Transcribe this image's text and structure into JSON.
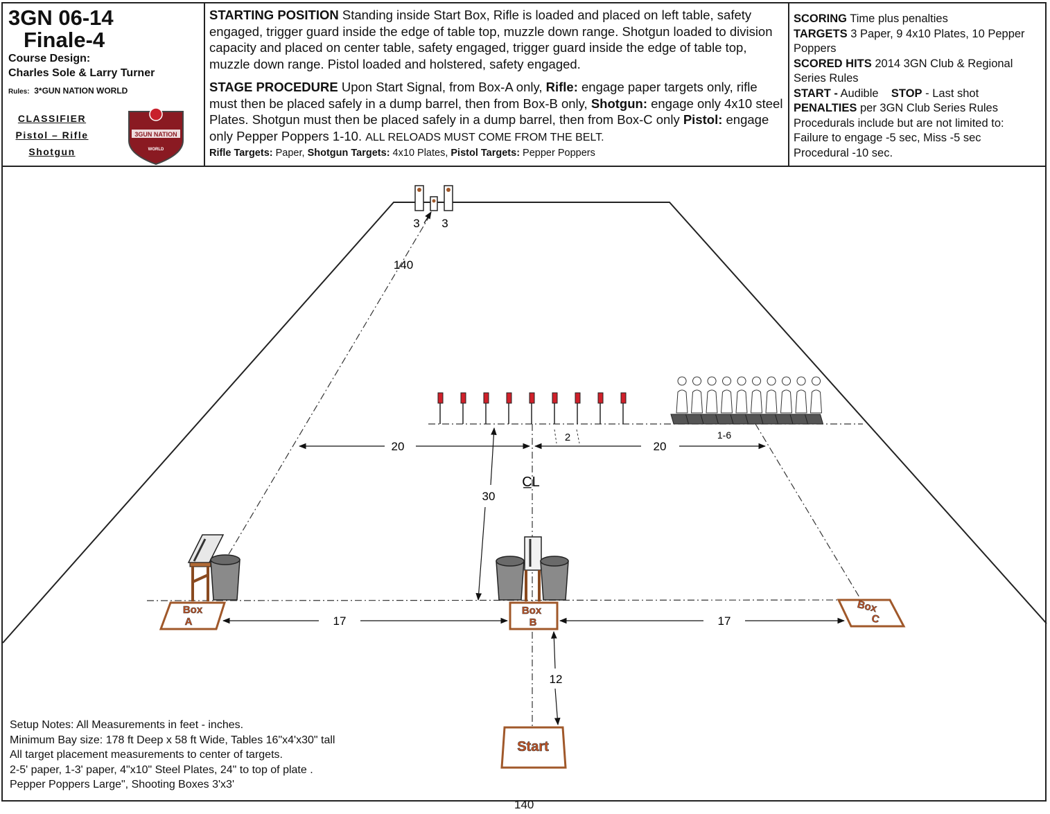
{
  "header": {
    "stage_id": "3GN 06-14",
    "stage_name": "Finale-4",
    "design_label": "Course Design:",
    "designers": "Charles Sole & Larry Turner",
    "rules_key": "Rules:",
    "rules_value": "3*GUN NATION WORLD",
    "classifier": [
      "CLASSIFIER",
      "Pistol – Rifle",
      "Shotgun"
    ],
    "logo_text": "3GUN NATION",
    "logo_sub": "WORLD"
  },
  "starting_position": {
    "label": "STARTING POSITION",
    "text": " Standing inside Start Box, Rifle is loaded and placed on left table, safety engaged, trigger guard inside the edge of table top, muzzle down range. Shotgun loaded to division capacity and placed on center table, safety engaged, trigger guard inside the edge of table top, muzzle down range. Pistol loaded and holstered, safety engaged."
  },
  "stage_procedure": {
    "label": "STAGE PROCEDURE",
    "p1": " Upon Start Signal, from Box-A only, ",
    "rifle": "Rifle:",
    "p2": " engage paper targets only, rifle must then be placed safely in a dump barrel, then from Box-B only, ",
    "shotgun": "Shotgun:",
    "p3": " engage only 4x10 steel Plates. Shotgun must then be placed safely in a dump barrel, then from Box-C only ",
    "pistol": "Pistol:",
    "p4": " engage only Pepper Poppers 1-10. ",
    "reloads": "ALL RELOADS MUST COME FROM THE BELT."
  },
  "targets_line": {
    "rifle_k": "Rifle Targets:",
    "rifle_v": " Paper, ",
    "shotgun_k": "Shotgun Targets:",
    "shotgun_v": " 4x10 Plates, ",
    "pistol_k": "Pistol Targets:",
    "pistol_v": " Pepper Poppers"
  },
  "scoring": {
    "scoring_k": "SCORING",
    "scoring_v": " Time plus penalties",
    "targets_k": "TARGETS",
    "targets_v": " 3 Paper, 9 4x10 Plates, 10 Pepper Poppers",
    "hits_k": "SCORED HITS",
    "hits_v": "  2014 3GN Club & Regional Series Rules",
    "start_k": "START -",
    "start_v": " Audible    ",
    "stop_k": "STOP",
    "stop_v": " - Last shot",
    "pen_k": "PENALTIES",
    "pen_v": " per 3GN Club Series Rules",
    "line1": "Procedurals include but are not limited to:",
    "line2": "Failure to engage -5 sec, Miss -5 sec",
    "line3": "Procedural -10 sec."
  },
  "diagram": {
    "paper_spacing_left": "3",
    "paper_spacing_right": "3",
    "rifle_distance": "140",
    "left_offset": "20",
    "right_offset": "20",
    "plate_spacing": "2",
    "popper_numbers": "1-6",
    "centerline": "C̲L",
    "depth_to_line": "30",
    "box_spacing_left": "17",
    "box_spacing_right": "17",
    "start_distance": "12",
    "box_a": [
      "Box",
      "A"
    ],
    "box_b": [
      "Box",
      "B"
    ],
    "box_c": [
      "Box",
      "C"
    ],
    "start": "Start",
    "bottom_number": "140"
  },
  "notes": [
    "Setup Notes: All Measurements in feet - inches.",
    "Minimum Bay size: 178 ft Deep x 58 ft Wide, Tables 16\"x4'x30\" tall",
    "All target placement measurements to center of targets.",
    "2-5' paper, 1-3' paper, 4\"x10\" Steel Plates, 24\" to top of plate .",
    "Pepper Poppers Large\", Shooting Boxes 3'x3'"
  ],
  "colors": {
    "box_fill": "#a0582a",
    "box_text": "#c95422",
    "plate_red": "#d0202a"
  }
}
